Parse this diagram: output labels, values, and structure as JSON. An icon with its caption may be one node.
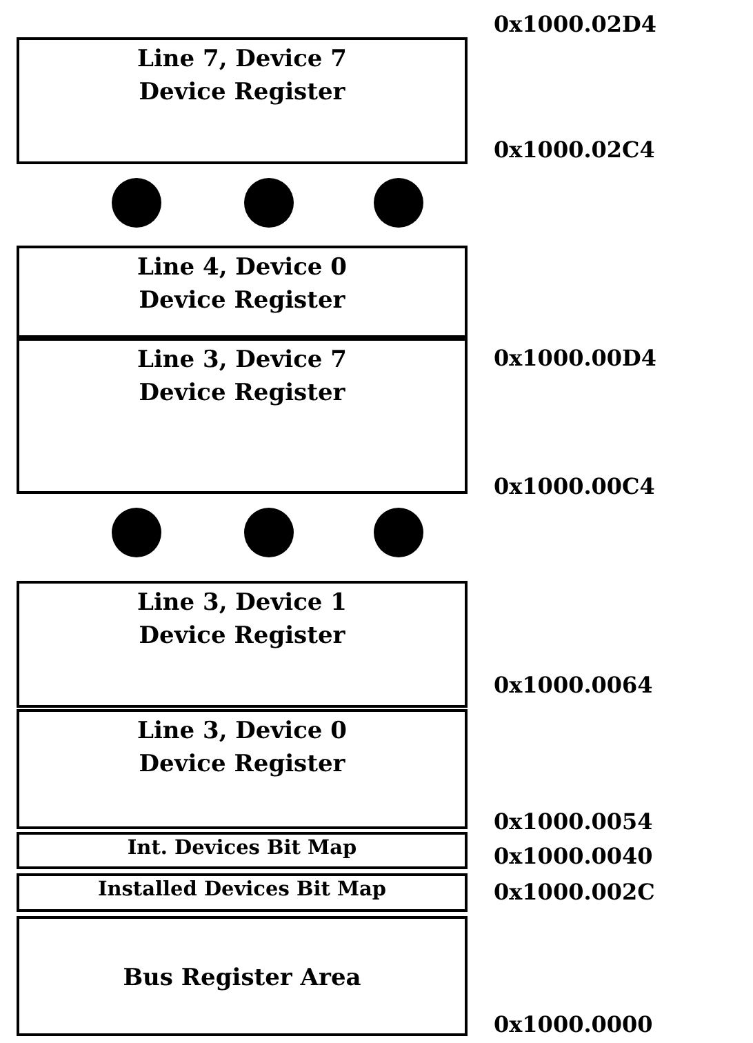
{
  "diagram": {
    "nodes": [
      {
        "text": [
          "Line 7, Device 7 Device Register"
        ]
      },
      {
        "text": [
          "Line 4, Device 0 Device Register"
        ]
      },
      {
        "text": [
          "Line 3, Device 7 Device Register"
        ]
      },
      {
        "text": [
          "Line 3, Device 1 Device Register"
        ]
      },
      {
        "text": [
          "Line 3, Device 0 Device Register"
        ]
      },
      {
        "text": [
          "Int. Devices Bit Map"
        ]
      },
      {
        "text": [
          "Installed Devices Bit Map"
        ]
      },
      {
        "text": [
          "Bus Register Area"
        ]
      }
    ],
    "labels": [
      "0x1000.02D4",
      "0x1000.02C4",
      "0x1000.00D4",
      "0x1000.00C4",
      "0x1000.0064",
      "0x1000.0054",
      "0x1000.0040",
      "0x1000.002C",
      "0x1000.0000"
    ]
  }
}
